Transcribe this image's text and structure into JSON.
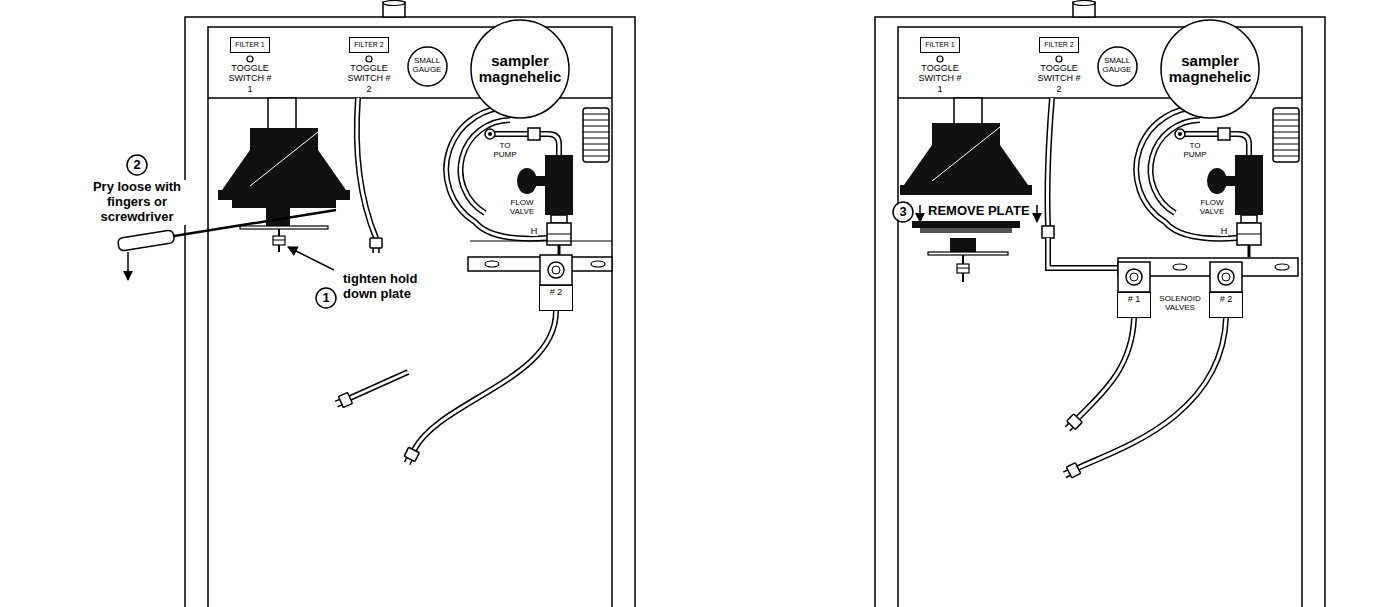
{
  "diagram": {
    "nodes": [
      {
        "text": [
          "FILTER 1"
        ]
      },
      {
        "text": [
          "FILTER 2"
        ]
      },
      {
        "text": [
          "SMALL GAUGE"
        ]
      },
      {
        "text": [
          "sampler magnehelic"
        ]
      },
      {
        "text": [
          "2"
        ]
      },
      {
        "text": [
          "1"
        ]
      },
      {
        "text": [
          "# 2"
        ]
      },
      {
        "text": [
          "FILTER 1"
        ]
      },
      {
        "text": [
          "FILTER 2"
        ]
      },
      {
        "text": [
          "SMALL GAUGE"
        ]
      },
      {
        "text": [
          "sampler magnehelic"
        ]
      },
      {
        "text": [
          "3"
        ]
      },
      {
        "text": [
          "# 1"
        ]
      },
      {
        "text": [
          "# 2"
        ]
      }
    ],
    "labels": [
      "TOGGLE SWITCH # 1",
      "TOGGLE SWITCH # 2",
      "Pry loose with fingers or screwdriver",
      "tighten hold down plate",
      "TO PUMP",
      "FLOW VALVE",
      "H",
      "TOGGLE SWITCH # 1",
      "TOGGLE SWITCH # 2",
      "TO PUMP",
      "FLOW VALVE",
      "H",
      "REMOVE PLATE",
      "SOLENOID VALVES"
    ]
  }
}
